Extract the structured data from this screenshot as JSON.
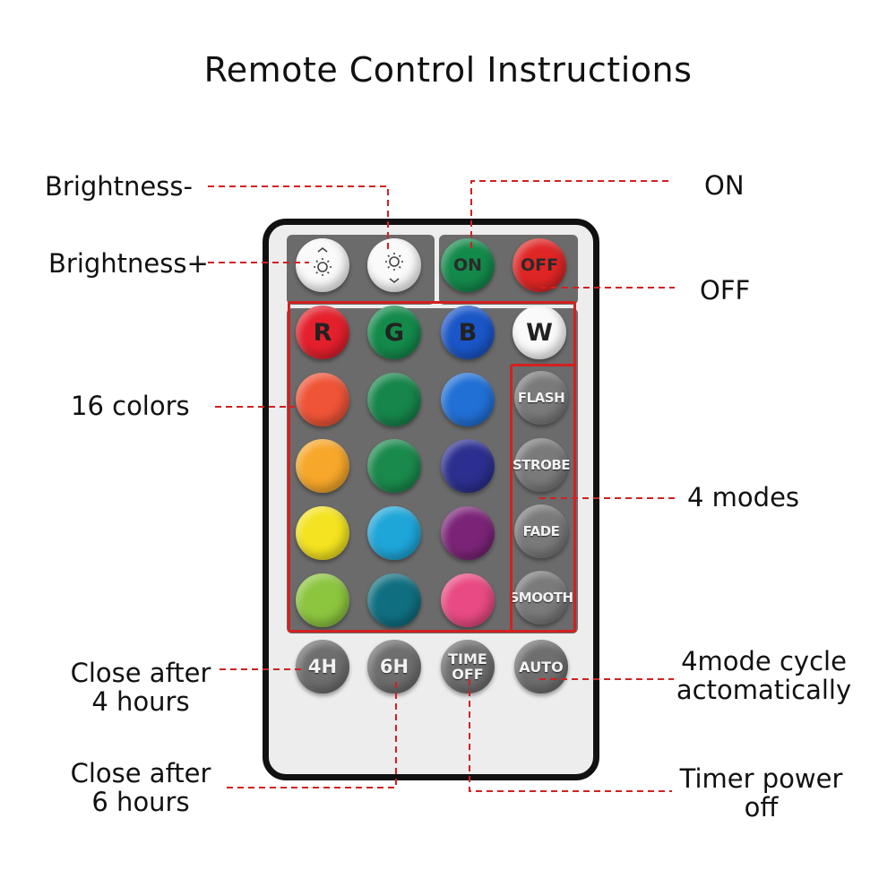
{
  "title": "Remote Control Instructions",
  "labels": {
    "brightness_minus": "Brightness-",
    "brightness_plus": "Brightness+",
    "on": "ON",
    "off": "OFF",
    "colors16": "16 colors",
    "modes4": "4 modes",
    "close4_line1": "Close after",
    "close4_line2": "4 hours",
    "mode_cycle_line1": "4mode cycle",
    "mode_cycle_line2": "actomatically",
    "close6_line1": "Close after",
    "close6_line2": "6 hours",
    "timer_line1": "Timer power",
    "timer_line2": "off"
  },
  "buttons": {
    "on": "ON",
    "off": "OFF",
    "r": "R",
    "g": "G",
    "b": "B",
    "w": "W",
    "flash": "FLASH",
    "strobe": "STROBE",
    "fade": "FADE",
    "smooth": "SMOOTH",
    "h4": "4H",
    "h6": "6H",
    "time_off_line1": "TIME",
    "time_off_line2": "OFF",
    "auto": "AUTO"
  },
  "colors": {
    "accent_red": "#d32020",
    "button_gray": "#707070",
    "on_green": "#138a4a",
    "off_red": "#e02525"
  }
}
